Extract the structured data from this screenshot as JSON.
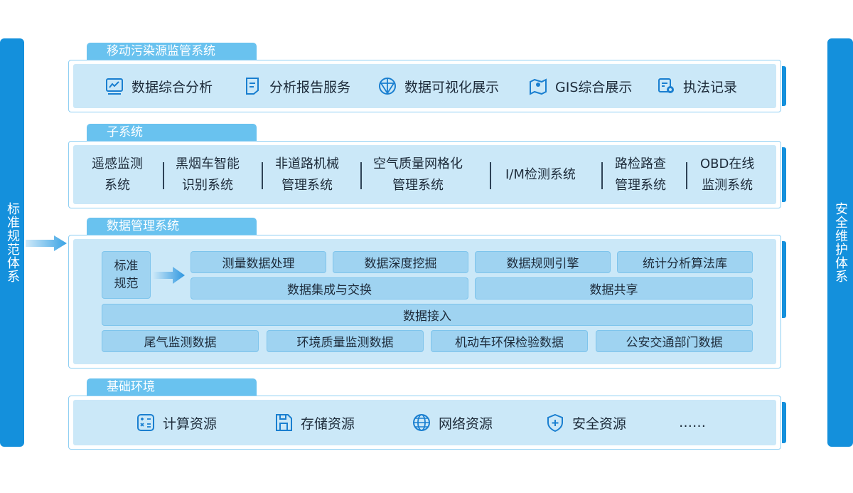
{
  "left_bar": {
    "label": "标准规范体系"
  },
  "right_bar": {
    "label": "安全维护体系"
  },
  "mobile_pollution": {
    "title": "移动污染源监管系统",
    "items": [
      {
        "label": "数据综合分析",
        "icon": "chart-analysis-icon"
      },
      {
        "label": "分析报告服务",
        "icon": "report-document-icon"
      },
      {
        "label": "数据可视化展示",
        "icon": "visualization-sphere-icon"
      },
      {
        "label": "GIS综合展示",
        "icon": "map-pin-icon"
      },
      {
        "label": "执法记录",
        "icon": "law-enforcement-camera-icon"
      }
    ]
  },
  "subsystems": {
    "title": "子系统",
    "items": [
      {
        "line1": "遥感监测",
        "line2": "系统"
      },
      {
        "line1": "黑烟车智能",
        "line2": "识别系统"
      },
      {
        "line1": "非道路机械",
        "line2": "管理系统"
      },
      {
        "line1": "空气质量网格化",
        "line2": "管理系统"
      },
      {
        "line1": "I/M检测系统",
        "line2": ""
      },
      {
        "line1": "路检路查",
        "line2": "管理系统"
      },
      {
        "line1": "OBD在线",
        "line2": "监测系统"
      }
    ]
  },
  "data_mgmt": {
    "title": "数据管理系统",
    "standard": {
      "line1": "标准",
      "line2": "规范"
    },
    "row1": [
      "测量数据处理",
      "数据深度挖掘",
      "数据规则引擎",
      "统计分析算法库"
    ],
    "row2": [
      "数据集成与交换",
      "数据共享"
    ],
    "access": "数据接入",
    "sources": [
      "尾气监测数据",
      "环境质量监测数据",
      "机动车环保检验数据",
      "公安交通部门数据"
    ]
  },
  "infrastructure": {
    "title": "基础环境",
    "items": [
      {
        "label": "计算资源",
        "icon": "calculator-icon"
      },
      {
        "label": "存储资源",
        "icon": "floppy-disk-icon"
      },
      {
        "label": "网络资源",
        "icon": "globe-icon"
      },
      {
        "label": "安全资源",
        "icon": "shield-plus-icon"
      }
    ],
    "more": "……"
  },
  "colors": {
    "accent": "#1490dc",
    "panel": "#cbe8f8",
    "box": "#9fd3f1",
    "tab": "#69c2ef"
  }
}
